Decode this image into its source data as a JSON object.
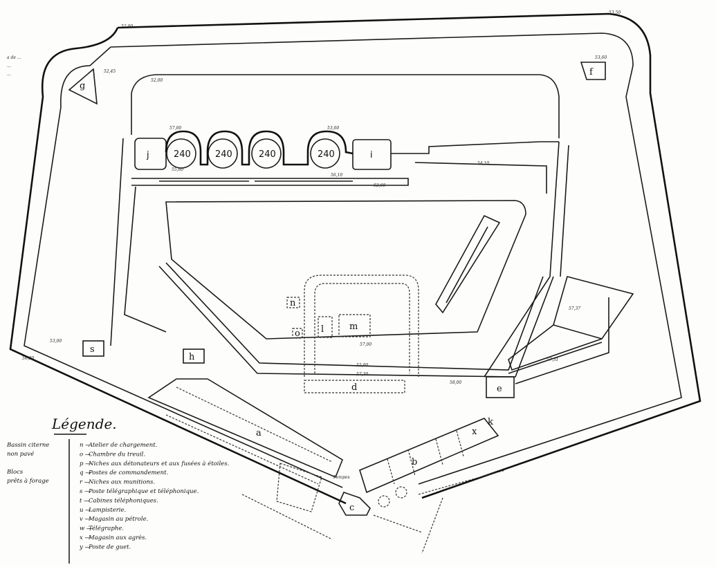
{
  "plan": {
    "labels": {
      "g": "g",
      "f": "f",
      "j": "j",
      "i": "i",
      "h": "h",
      "s": "s",
      "a": "a",
      "b": "b",
      "c": "c",
      "d": "d",
      "e": "e",
      "x": "x",
      "k": "k",
      "l": "l",
      "m": "m",
      "n": "n",
      "o": "o",
      "battery": [
        "240",
        "240",
        "240",
        "240"
      ],
      "pumps": "Pompes"
    },
    "elevations": [
      "52,00",
      "53,50",
      "52,45",
      "52,00",
      "53,60",
      "57,00",
      "53,60",
      "55,80",
      "56,10",
      "52,60",
      "54,10",
      "57,00",
      "52,00",
      "57,30",
      "58,00",
      "53,00",
      "56,00",
      "57,31",
      "57,37"
    ],
    "side_note": [
      "a de ... ",
      "...",
      "..."
    ]
  },
  "legend": {
    "title": "Légende.",
    "left_notes": [
      "Bassin citerne",
      "non pavé",
      "Blocs",
      "prêts à forage"
    ],
    "items": [
      {
        "key": "n",
        "text": "Atelier de chargement."
      },
      {
        "key": "o",
        "text": "Chambre du treuil."
      },
      {
        "key": "p",
        "text": "Niches aux détonateurs et aux fusées à étoiles."
      },
      {
        "key": "q",
        "text": "Postes de commandement."
      },
      {
        "key": "r",
        "text": "Niches aux munitions."
      },
      {
        "key": "s",
        "text": "Poste télégraphique et téléphonique."
      },
      {
        "key": "t",
        "text": "Cabines téléphoniques."
      },
      {
        "key": "u",
        "text": "Lampisterie."
      },
      {
        "key": "v",
        "text": "Magasin au pétrole."
      },
      {
        "key": "w",
        "text": "Télégraphe."
      },
      {
        "key": "x",
        "text": "Magasin aux agrès."
      },
      {
        "key": "y",
        "text": "Poste de guet."
      }
    ]
  }
}
